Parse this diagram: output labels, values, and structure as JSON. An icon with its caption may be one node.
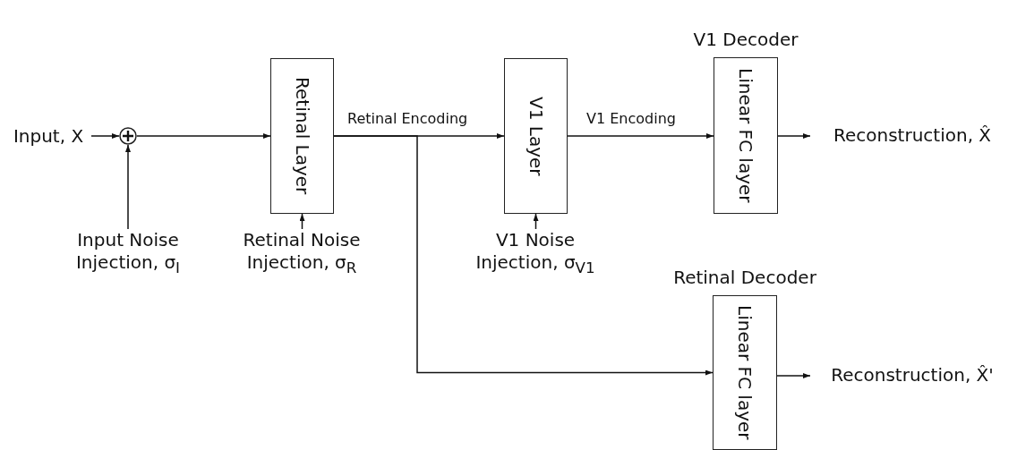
{
  "diagram": {
    "nodes": [
      {
        "text": [
          "Input, X"
        ]
      },
      {
        "text": [],
        "shape": "circle"
      },
      {
        "text": [
          "Input Noise Injection, σ$_{I}$"
        ]
      },
      {
        "text": [
          "Retinal Layer"
        ]
      },
      {
        "text": [
          "Retinal Noise Injection, σ$_{R}$"
        ]
      },
      {
        "text": [
          "V1 Layer"
        ]
      },
      {
        "text": [
          "V1 Noise Injection, σ$_{V1}$"
        ]
      },
      {
        "text": [
          "V1 Decoder",
          "Linear FC layer"
        ]
      },
      {
        "text": [
          "Reconstruction, X̂"
        ]
      },
      {
        "text": [
          "Retinal Decoder",
          "Linear FC layer"
        ]
      },
      {
        "text": [
          "Reconstruction, X̂'"
        ]
      }
    ],
    "edges": [
      {
        "from": 0,
        "to": 1,
        "arrow": "to"
      },
      {
        "from": 2,
        "to": 1,
        "arrow": "to"
      },
      {
        "from": 1,
        "to": 3,
        "arrow": "to"
      },
      {
        "from": 4,
        "to": 3,
        "arrow": "to"
      },
      {
        "from": 3,
        "to": 5,
        "arrow": "to",
        "label": "Retinal Encoding"
      },
      {
        "from": 6,
        "to": 5,
        "arrow": "to"
      },
      {
        "from": 5,
        "to": 7,
        "arrow": "to",
        "label": "V1 Encoding"
      },
      {
        "from": 7,
        "to": 8,
        "arrow": "to"
      },
      {
        "from": 3,
        "to": 9,
        "arrow": "to"
      },
      {
        "from": 9,
        "to": 10,
        "arrow": "to"
      }
    ]
  }
}
